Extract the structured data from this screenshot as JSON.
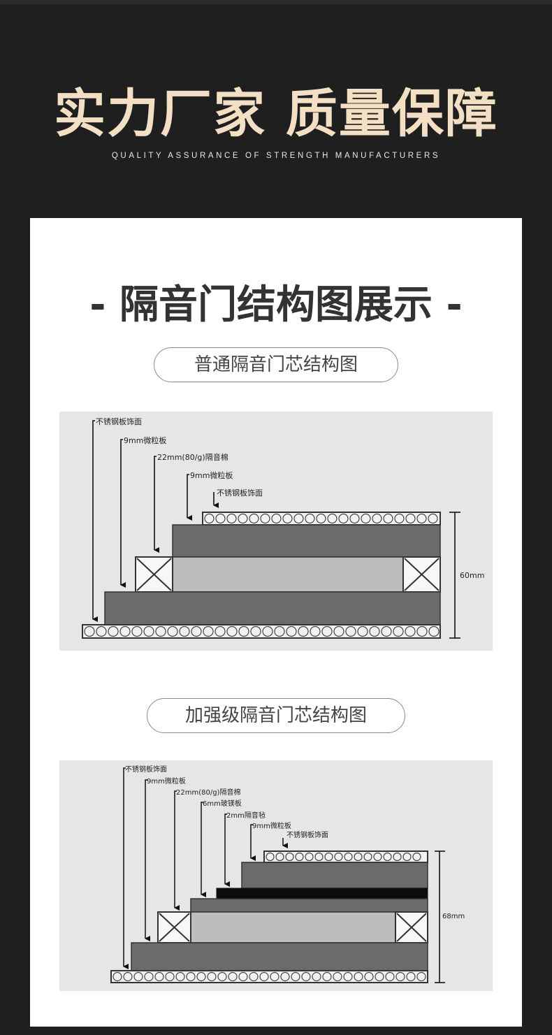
{
  "header": {
    "title": "实力厂家 质量保障",
    "subtitle": "QUALITY ASSURANCE OF STRENGTH MANUFACTURERS"
  },
  "section": {
    "title": "- 隔音门结构图展示 -"
  },
  "diagrams": [
    {
      "caption": "普通隔音门芯结构图",
      "layers": [
        "不锈钢板饰面",
        "9mm微粒板",
        "22mm(80/g)隔音棉",
        "9mm微粒板",
        "不锈钢板饰面"
      ],
      "thickness": "60mm"
    },
    {
      "caption": "加强级隔音门芯结构图",
      "layers": [
        "不锈钢板饰面",
        "9mm微粒板",
        "22mm(80/g)隔音棉",
        "6mm玻镁板",
        "2mm隔音毡",
        "9mm微粒板",
        "不锈钢板饰面"
      ],
      "thickness": "68mm"
    }
  ],
  "colors": {
    "background": "#201f1f",
    "title_gold": "#f2dfc4",
    "panel": "#ffffff",
    "diagram_bg": "#e6e6e6",
    "board_dark": "#6b6b6b",
    "board_light": "#bdbdbd",
    "felt": "#0d0d0d"
  }
}
